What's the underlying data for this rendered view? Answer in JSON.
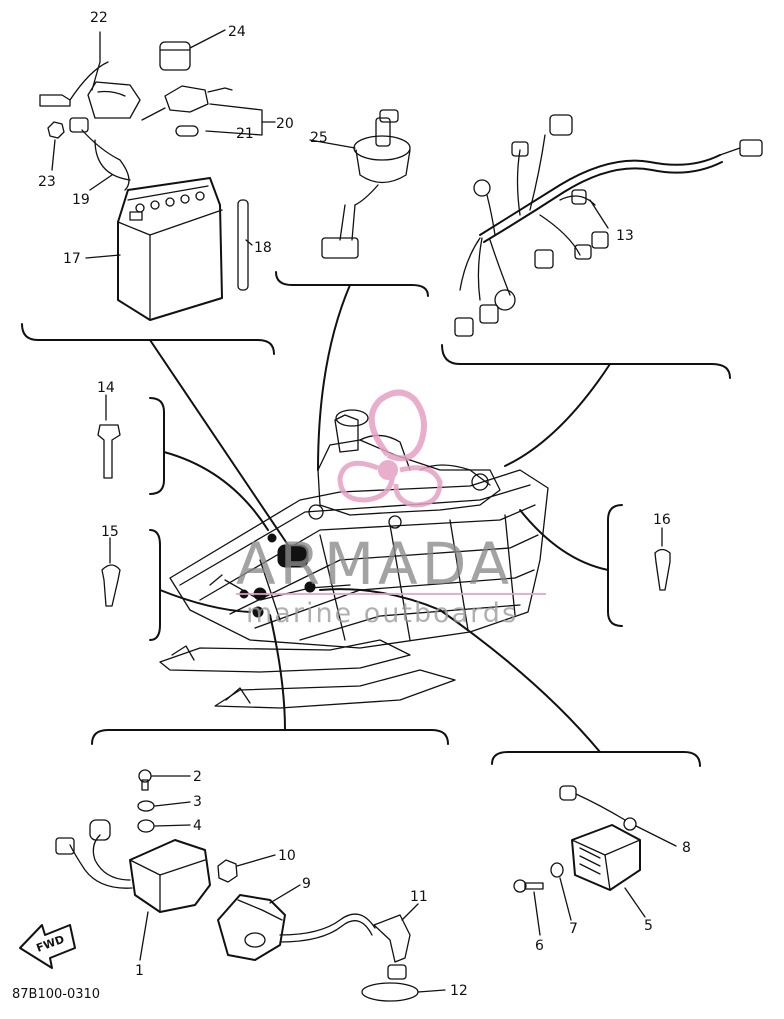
{
  "diagram": {
    "callouts": [
      "1",
      "2",
      "3",
      "4",
      "5",
      "6",
      "7",
      "8",
      "9",
      "10",
      "11",
      "12",
      "13",
      "14",
      "15",
      "16",
      "17",
      "18",
      "19",
      "20",
      "21",
      "22",
      "23",
      "24",
      "25"
    ],
    "drawing_code": "87B100-0310",
    "fwd_label": "FWD"
  },
  "watermark": {
    "brand": "ARMADA",
    "tagline": "marine outboards",
    "accent_color": "#e6a1c4"
  }
}
